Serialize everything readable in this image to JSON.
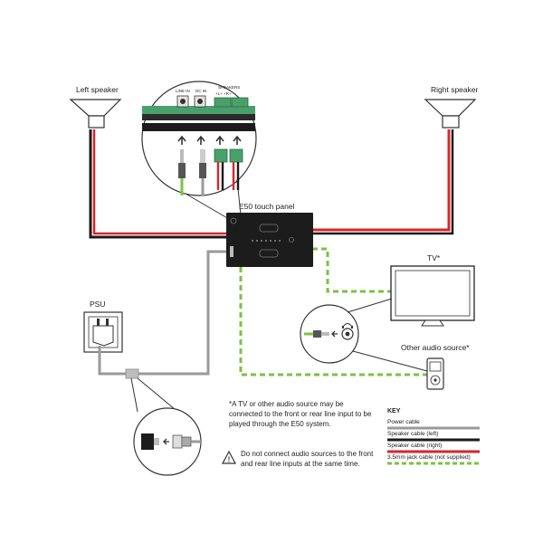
{
  "labels": {
    "left_speaker": "Left speaker",
    "right_speaker": "Right speaker",
    "panel": "E50 touch panel",
    "tv": "TV*",
    "other_audio": "Other audio source*",
    "psu": "PSU",
    "line_in": "LINE IN",
    "dc_in": "DC IN",
    "speakers": "SPEAKERS",
    "speaker_terminals": "+L+  +R+"
  },
  "notes": {
    "footnote": "*A TV or other audio source may be connected to the front or rear line input to be played through the E50 system.",
    "warning": "Do not connect audio sources to the front and rear line inputs at the same time.",
    "warning_mark": "!"
  },
  "key": {
    "title": "KEY",
    "items": [
      {
        "label": "Power cable",
        "color": "#9a9a9a",
        "style": "solid"
      },
      {
        "label": "Speaker cable (left)",
        "color": "#1a1a1a",
        "style": "solid"
      },
      {
        "label": "Speaker cable (right)",
        "color": "#d8262a",
        "style": "solid"
      },
      {
        "label": "3.5mm jack cable (not supplied)",
        "color": "#7cc242",
        "style": "dashed"
      }
    ]
  },
  "colors": {
    "power": "#9a9a9a",
    "speaker_left": "#1a1a1a",
    "speaker_right": "#d8262a",
    "jack": "#7cc242",
    "panel": "#1c1c1c",
    "connector_green": "#4aa06a"
  }
}
